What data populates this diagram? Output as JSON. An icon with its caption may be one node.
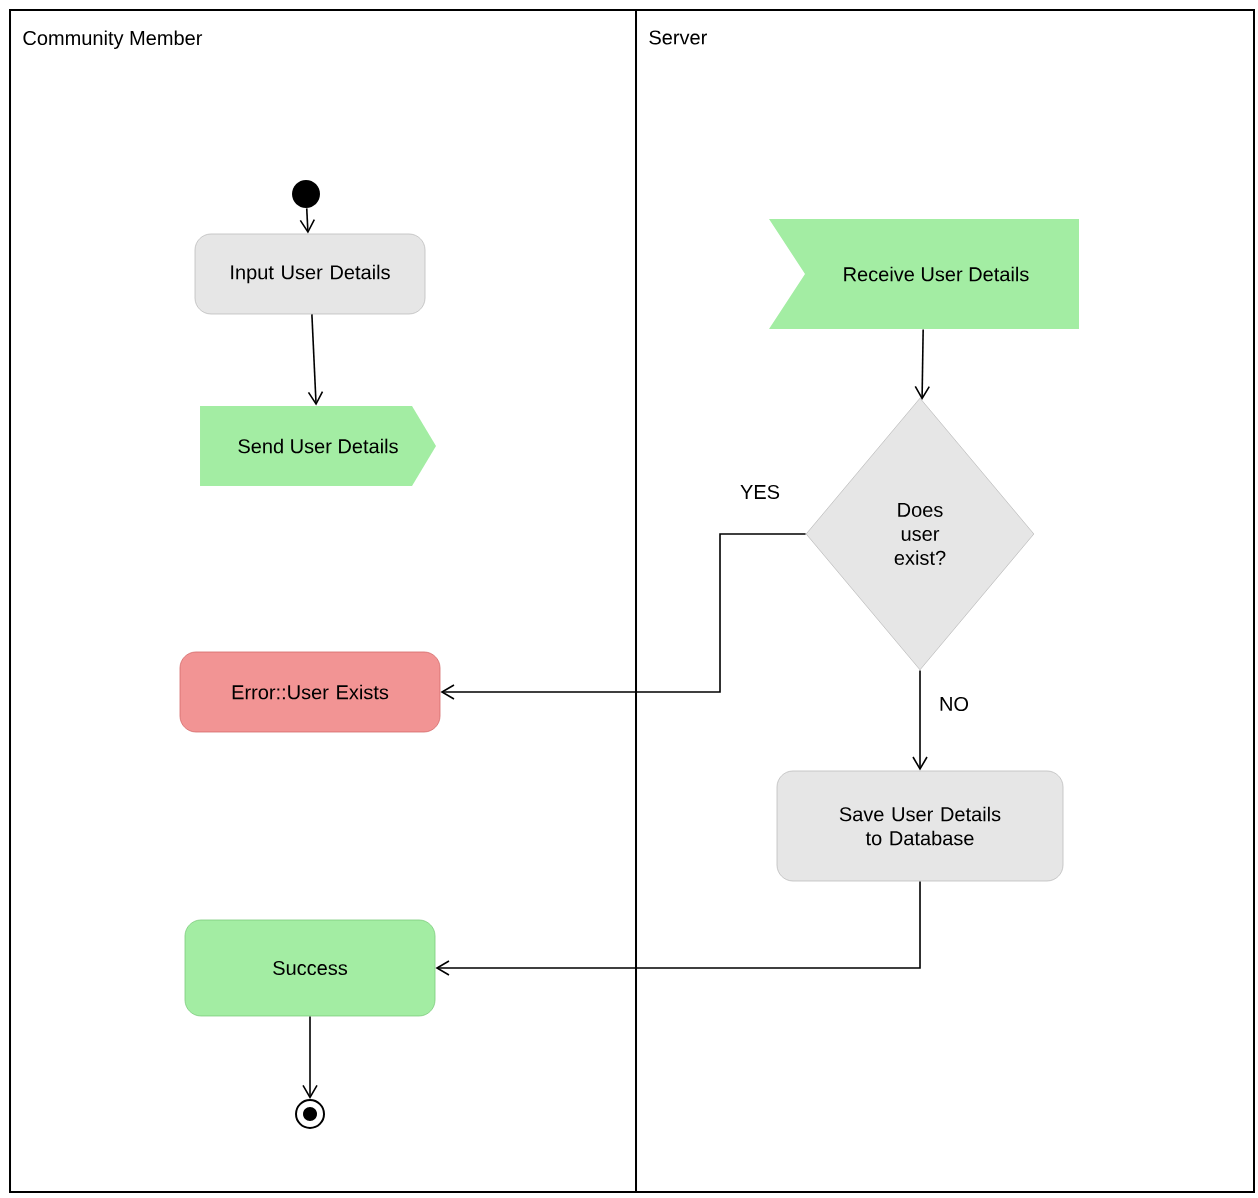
{
  "diagram": {
    "nodes": [
      {
        "text": [
          "Community Member"
        ]
      },
      {
        "text": [
          "Server"
        ]
      },
      {
        "text": [],
        "shape": "circle",
        "in": 0
      },
      {
        "text": [
          "Input User Details"
        ],
        "in": 0
      },
      {
        "text": [
          "Send User Details"
        ],
        "in": 0
      },
      {
        "text": [
          "Error::User Exists"
        ],
        "in": 0
      },
      {
        "text": [
          "Success"
        ],
        "in": 0
      },
      {
        "text": [],
        "shape": "circle",
        "in": 0
      },
      {
        "text": [
          "Receive User Details"
        ],
        "in": 1
      },
      {
        "text": [
          "Does user exist?"
        ],
        "in": 1
      },
      {
        "text": [
          "Save User Details to Database"
        ],
        "in": 1
      }
    ],
    "edges": [
      {
        "from": 2,
        "to": 3,
        "arrow": "to"
      },
      {
        "from": 3,
        "to": 4,
        "arrow": "to"
      },
      {
        "from": 8,
        "to": 9,
        "arrow": "to"
      },
      {
        "from": 9,
        "to": 5,
        "arrow": "to",
        "label": "YES"
      },
      {
        "from": 9,
        "to": 10,
        "arrow": "to",
        "label": "NO"
      },
      {
        "from": 10,
        "to": 6,
        "arrow": "to"
      },
      {
        "from": 6,
        "to": 7,
        "arrow": "to"
      }
    ]
  }
}
